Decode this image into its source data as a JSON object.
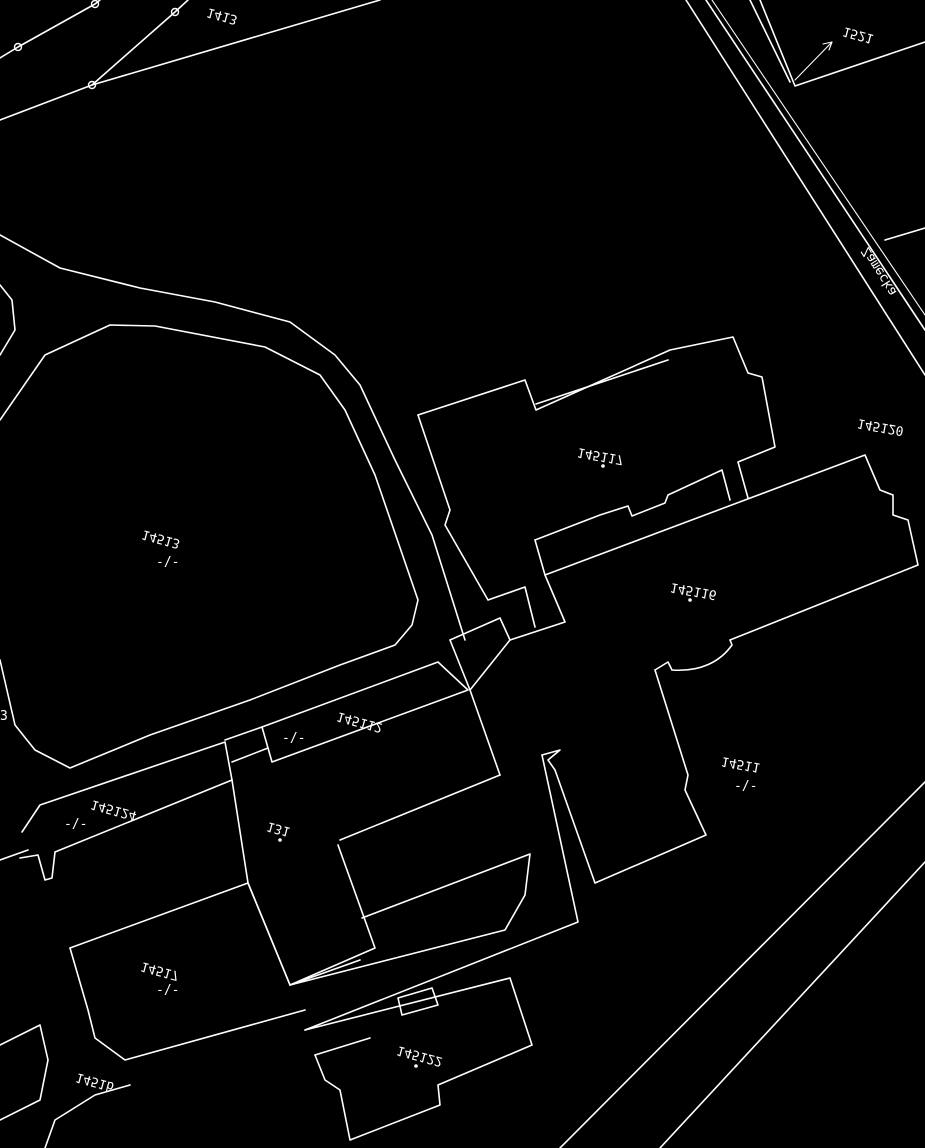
{
  "map": {
    "colors": {
      "background": "#000000",
      "linework": "#ffffff"
    },
    "labels": {
      "parcel_1413": "1413",
      "parcel_1521": "1521",
      "street": "Zamecka",
      "parcel_145120": "145120",
      "parcel_145117": "145117",
      "parcel_14513": "14513",
      "parcel_145116": "145116",
      "parcel_145112": "145112",
      "parcel_14511": "14511",
      "parcel_145124": "145124",
      "parcel_131": "131",
      "parcel_14517": "14517",
      "parcel_145122": "145122",
      "parcel_1451b": "1451b",
      "edge_3": "3"
    },
    "land_use_marks": {
      "mark_14513": "-/-",
      "mark_145112": "-/-",
      "mark_145124": "-/-",
      "mark_14511": "-/-",
      "mark_14517": "-/-"
    }
  }
}
